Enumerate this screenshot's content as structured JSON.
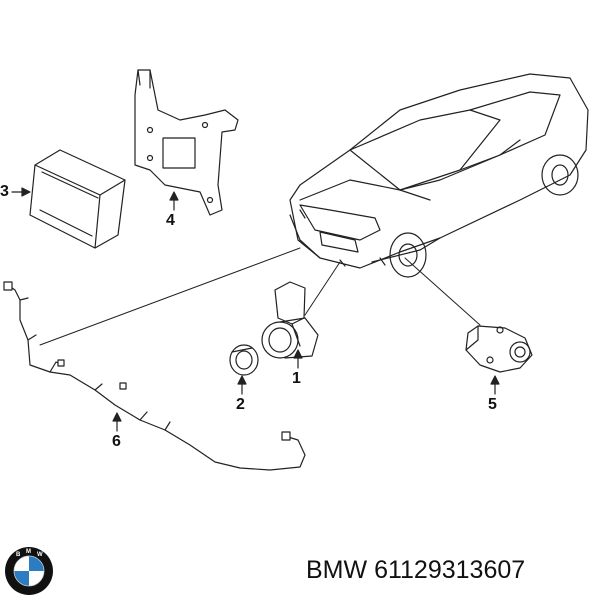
{
  "callouts": {
    "c1": "1",
    "c2": "2",
    "c3": "3",
    "c4": "4",
    "c5": "5",
    "c6": "6"
  },
  "logo": {
    "letters": "BMW",
    "colors": {
      "ring": "#111111",
      "blue": "#2c7cc1",
      "white": "#ffffff"
    }
  },
  "caption": {
    "brand": "BMW",
    "part_number": "61129313607"
  },
  "line_color": "#222222"
}
